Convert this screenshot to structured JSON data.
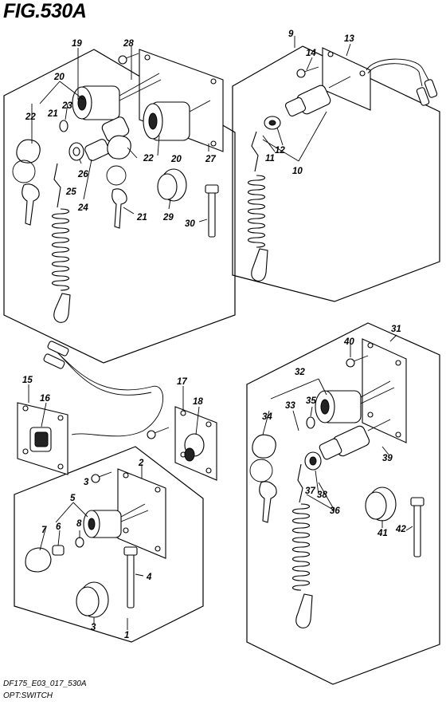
{
  "title": "FIG.530A",
  "footer": {
    "code": "DF175_E03_017_530A",
    "name": "OPT:SWITCH"
  },
  "callouts": {
    "p1": "1",
    "p2": "2",
    "p3": "3",
    "p4": "4",
    "p5": "5",
    "p6": "6",
    "p7": "7",
    "p8": "8",
    "p9": "9",
    "p10": "10",
    "p11": "11",
    "p12": "12",
    "p13": "13",
    "p14": "14",
    "p15": "15",
    "p16": "16",
    "p17": "17",
    "p18": "18",
    "p19": "19",
    "p20a": "20",
    "p20b": "20",
    "p21a": "21",
    "p21b": "21",
    "p22a": "22",
    "p22b": "22",
    "p23": "23",
    "p24": "24",
    "p25": "25",
    "p26": "26",
    "p27": "27",
    "p28": "28",
    "p29": "29",
    "p30": "30",
    "p31": "31",
    "p32": "32",
    "p33": "33",
    "p34": "34",
    "p35": "35",
    "p36": "36",
    "p37": "37",
    "p38": "38",
    "p39": "39",
    "p40": "40",
    "p41": "41",
    "p42": "42"
  }
}
